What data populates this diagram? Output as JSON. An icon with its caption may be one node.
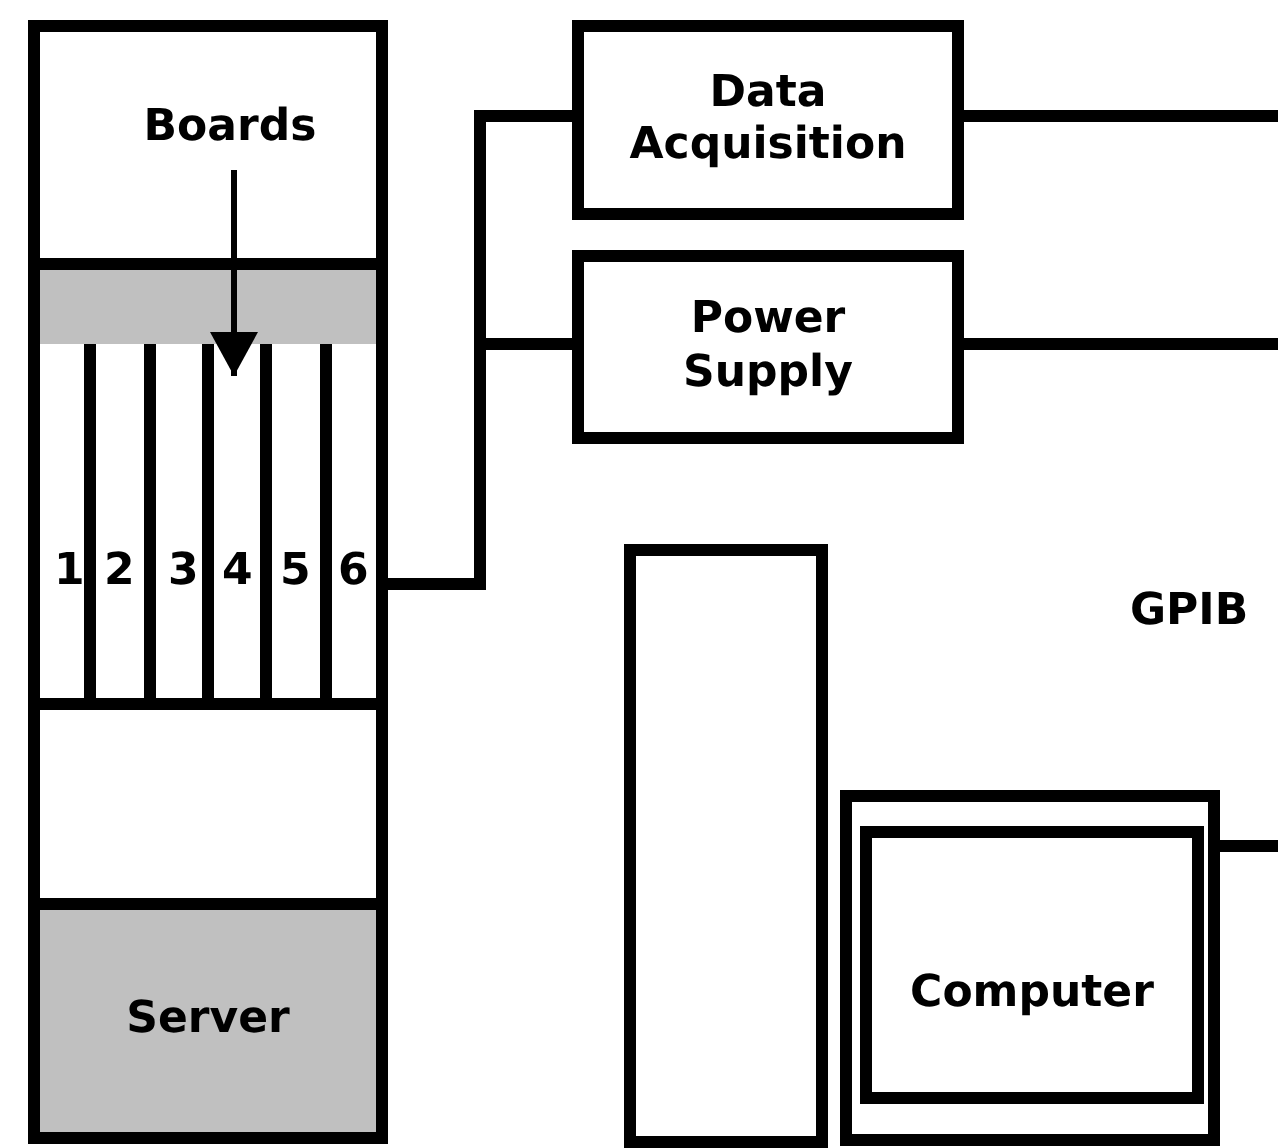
{
  "diagram": {
    "nodes": [
      {
        "text": [],
        "shape": "box"
      },
      {
        "text": [
          "Boards"
        ],
        "in": 0
      },
      {
        "text": [],
        "shape": "box",
        "in": 0
      },
      {
        "text": [],
        "shape": "box",
        "in": 0
      },
      {
        "text": [
          "Server"
        ],
        "in": 0
      },
      {
        "text": [
          "Data Acquisition"
        ]
      },
      {
        "text": [
          "Power Supply"
        ]
      },
      {
        "text": [],
        "shape": "box"
      },
      {
        "text": [],
        "shape": "box"
      },
      {
        "text": [
          "Computer"
        ],
        "in": 8
      }
    ],
    "edges": [
      {
        "from": 1,
        "to": 2,
        "arrow": "to"
      },
      {
        "from": 2,
        "to": 5,
        "arrow": "none"
      },
      {
        "from": 2,
        "to": 6,
        "arrow": "none"
      },
      {
        "from": 5,
        "to": null,
        "arrow": "none"
      },
      {
        "from": 6,
        "to": null,
        "arrow": "none"
      },
      {
        "from": 8,
        "to": null,
        "arrow": "none"
      }
    ],
    "labels": [
      "1",
      "2",
      "3",
      "4",
      "5",
      "6",
      "GPIB"
    ]
  }
}
